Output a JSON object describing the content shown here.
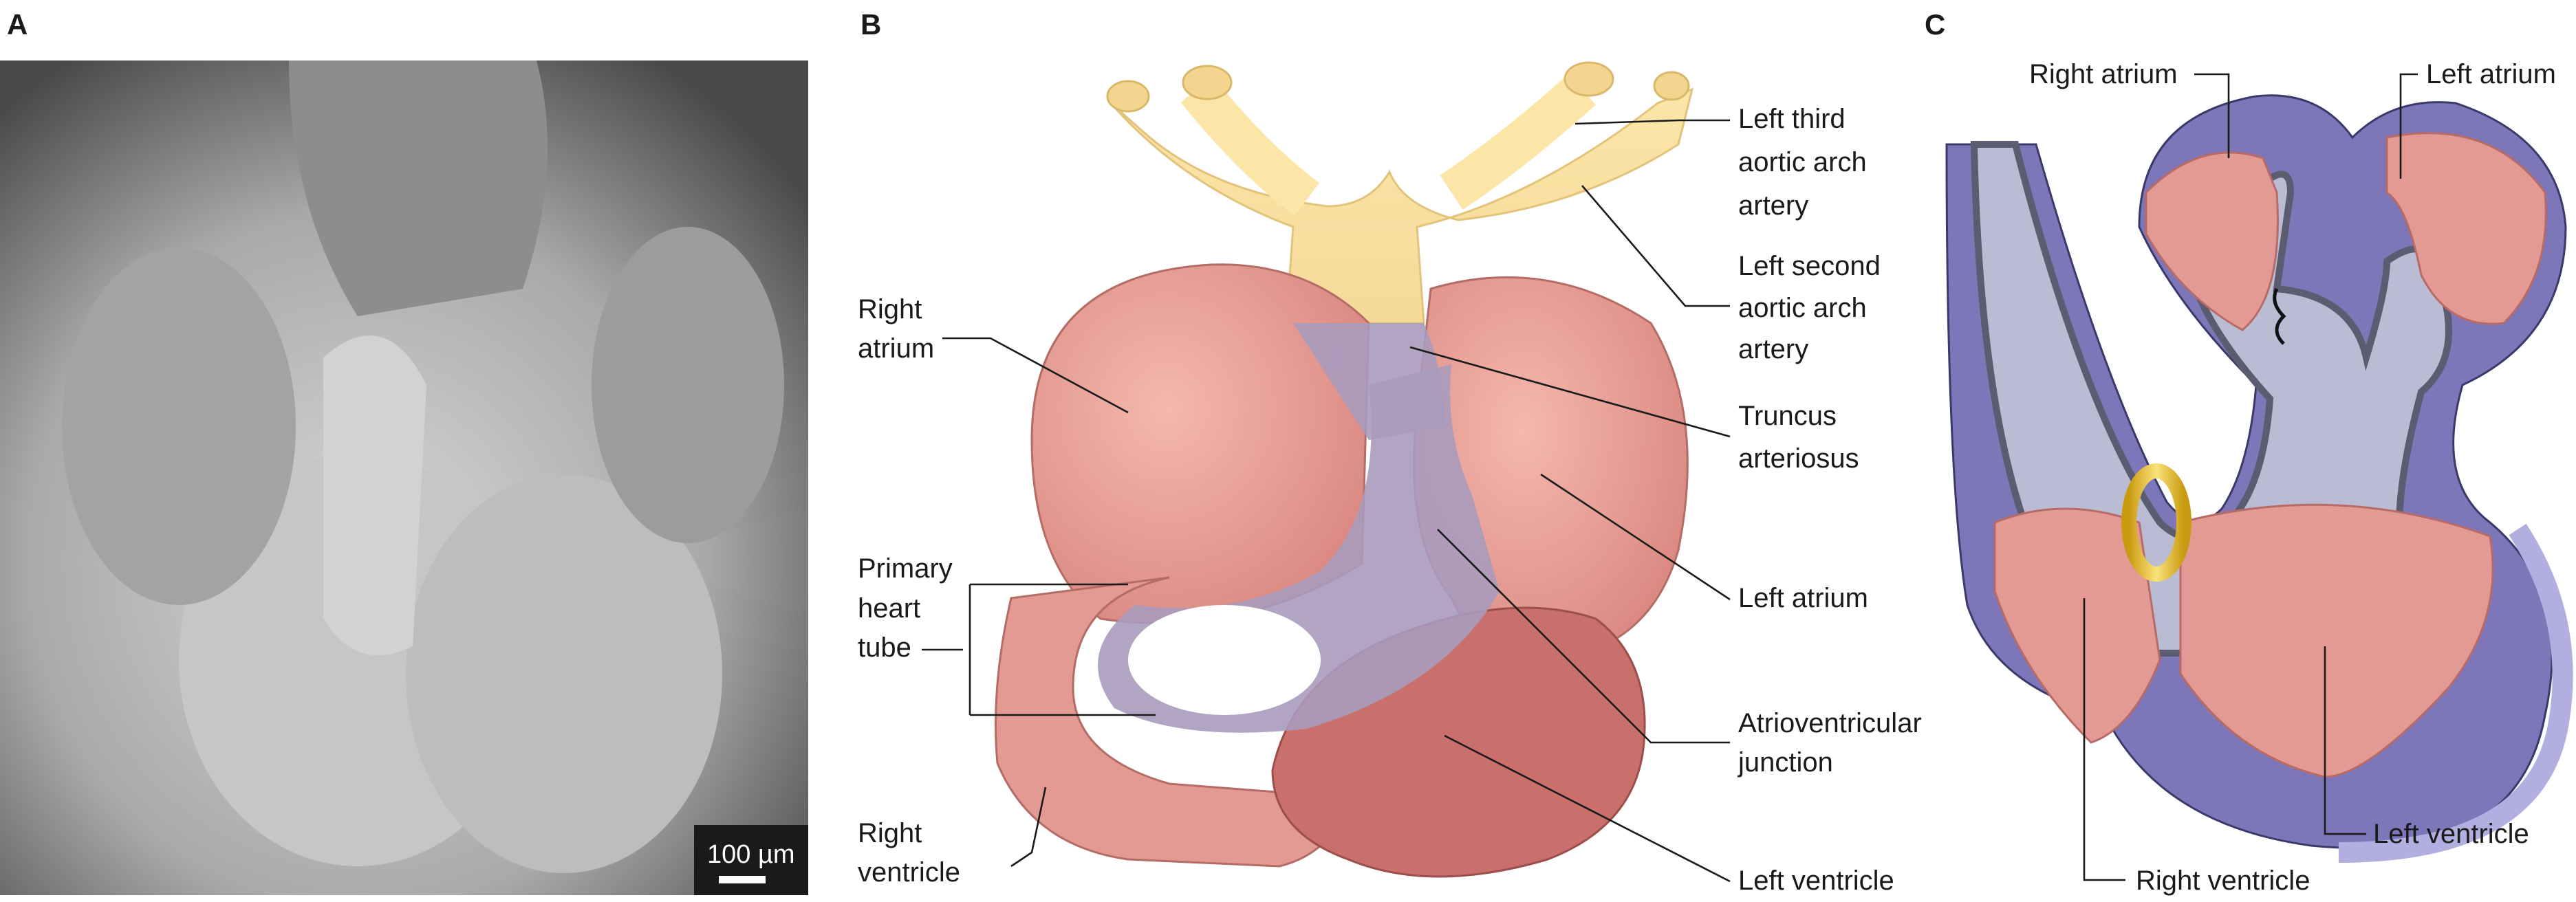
{
  "panels": {
    "a": {
      "letter": "A",
      "scale_bar": "100 µm"
    },
    "b": {
      "letter": "B",
      "labels": {
        "left_third": [
          "Left third",
          "aortic arch",
          "artery"
        ],
        "left_second": [
          "Left second",
          "aortic arch",
          "artery"
        ],
        "truncus": [
          "Truncus",
          "arteriosus"
        ],
        "left_atrium": [
          "Left atrium"
        ],
        "av_junction": [
          "Atrioventricular",
          "junction"
        ],
        "left_ventricle": [
          "Left ventricle"
        ],
        "right_atrium": [
          "Right",
          "atrium"
        ],
        "primary_tube": [
          "Primary",
          "heart",
          "tube"
        ],
        "right_ventricle": [
          "Right",
          "ventricle"
        ]
      }
    },
    "c": {
      "letter": "C",
      "labels": {
        "right_atrium": "Right atrium",
        "left_atrium": "Left atrium",
        "right_ventricle": "Right ventricle",
        "left_ventricle": "Left ventricle"
      }
    }
  },
  "colors": {
    "myocardium": "#e8a39c",
    "trabeculae": "#c9706d",
    "lumen": "#9a9cc0",
    "aorta": "#fbe3a4",
    "wall_purple": "#7d76b8",
    "ring": "#f2c530"
  }
}
